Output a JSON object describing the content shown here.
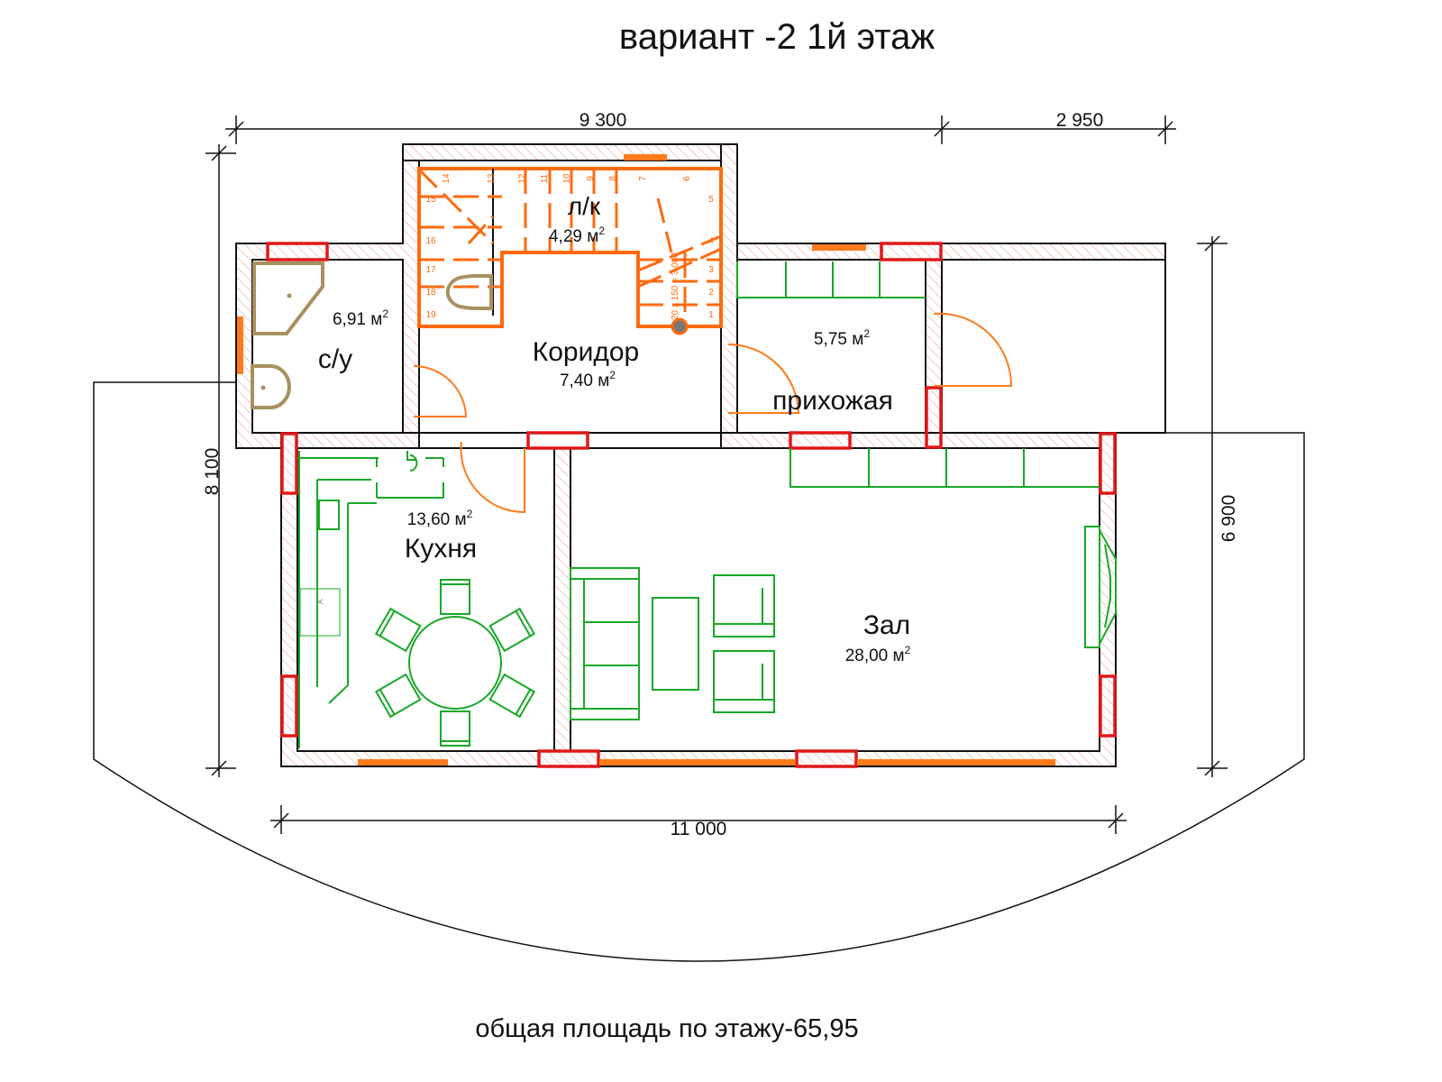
{
  "title": "вариант -2 1й этаж",
  "footer": "общая площадь по этажу-65,95",
  "dimensions": {
    "top_left": "9 300",
    "top_right": "2 950",
    "left": "8 100",
    "right": "6 900",
    "bottom": "11 000"
  },
  "rooms": {
    "bathroom": {
      "name": "с/у",
      "area": "6,91 м",
      "sup": "2"
    },
    "stairs": {
      "name": "л/к",
      "area": "4,29 м",
      "sup": "2"
    },
    "corridor": {
      "name": "Коридор",
      "area": "7,40 м",
      "sup": "2"
    },
    "entry": {
      "name": "прихожая",
      "area": "5,75 м",
      "sup": "2"
    },
    "kitchen": {
      "name": "Кухня",
      "area": "13,60 м",
      "sup": "2"
    },
    "hall": {
      "name": "Зал",
      "area": "28,00 м",
      "sup": "2"
    }
  },
  "stair_label": "20 x 150 = 3 000",
  "stair_steps": [
    "1",
    "2",
    "3",
    "4",
    "5",
    "6",
    "7",
    "8",
    "9",
    "10",
    "11",
    "12",
    "13",
    "14",
    "15",
    "16",
    "17",
    "18",
    "19"
  ],
  "colors": {
    "wall_hatch": "#f08080",
    "window": "#e01818",
    "furniture": "#18a828",
    "stairs": "#ff6a10"
  }
}
